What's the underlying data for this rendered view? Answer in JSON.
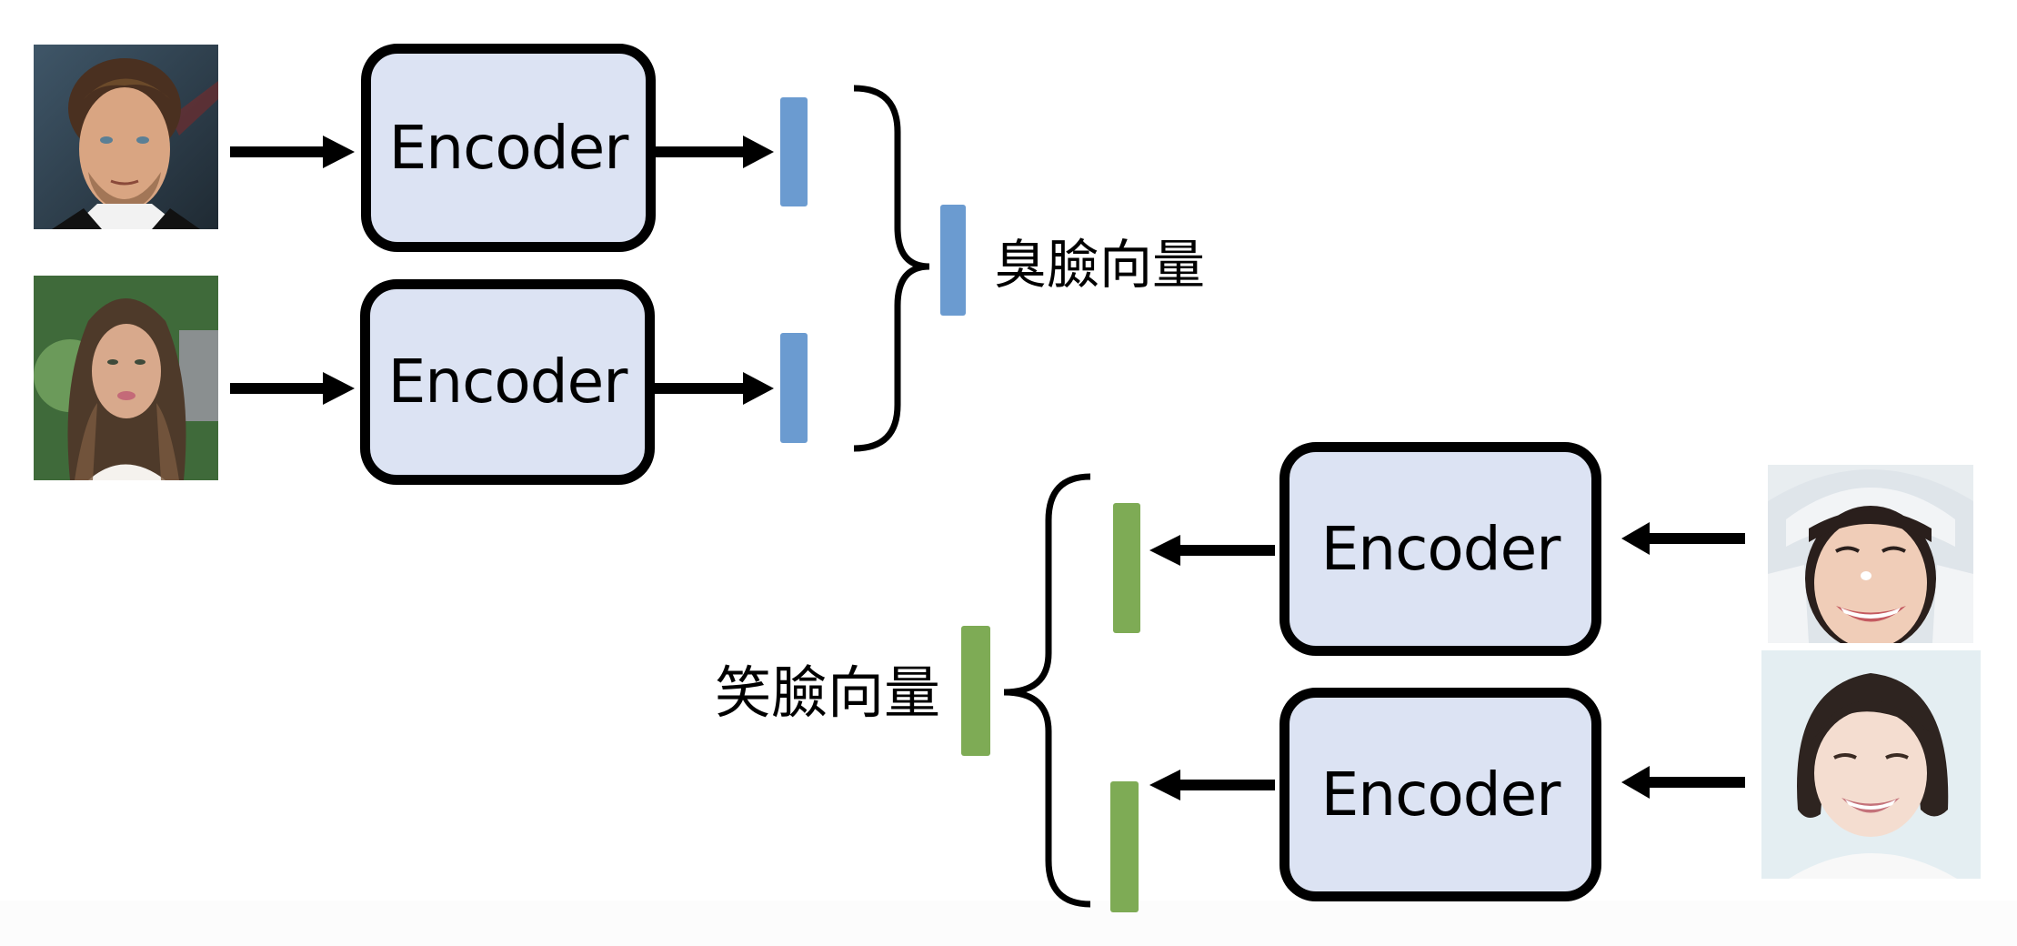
{
  "diagram": {
    "encoder_label": "Encoder",
    "top_group": {
      "label": "臭臉向量",
      "vector_color": "#6b9bd0",
      "inputs": [
        {
          "photo": "man-face-photo",
          "description": "neutral expression face"
        },
        {
          "photo": "woman-face-photo",
          "description": "neutral expression face"
        }
      ]
    },
    "bottom_group": {
      "label": "笑臉向量",
      "vector_color": "#7eab55",
      "inputs": [
        {
          "photo": "smiling-girl-hat-photo",
          "description": "smiling face"
        },
        {
          "photo": "smiling-girl-short-hair-photo",
          "description": "smiling face"
        }
      ]
    },
    "colors": {
      "encoder_fill": "#dce3f3",
      "stroke": "#000000",
      "blue_vector": "#6b9bd0",
      "green_vector": "#7eab55"
    }
  }
}
